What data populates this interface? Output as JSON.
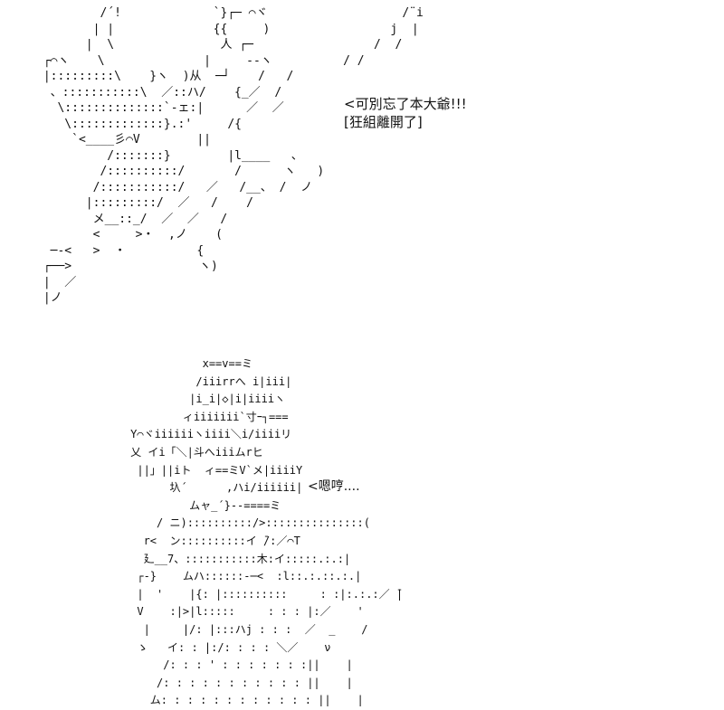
{
  "top_panel": {
    "dialogue_line_1": "<可別忘了本大爺!!!",
    "dialogue_line_2": "[狂組離開了]",
    "ascii_art": "         /´!             `}┌─ ⌒ヾ                   /¨i\n        | |              {{     )                 j  |\n       |  \\               人 ┌─                 /  /\n ┌⌒ヽ    \\              |     ‐‐ヽ          / /\n |:::::::::\\    }ヽ  )从  ─┘    /   /\n  、:::::::::::\\  ／::ハ/    {_／  /\n   \\::::::::::::::`-ェ:|      ／  ／\n    \\:::::::::::::}.:'     /{\n     `<____彡⌒V        ||\n          /:::::::}        |l____   、\n         /::::::::::/       /      ヽ   )\n        /:::::::::::/   ／   /__、 /  ノ\n       |:::::::::/  ／   /    /\n        メ__::_/  ／  ／   /\n        <     >・  ,ノ    (\n  ─-<   >  ・          {\n ┌──>                  ヽ)\n |  ／\n |ノ"
  },
  "bottom_panel": {
    "dialogue": "<嗯哼....",
    "ascii_art": "                x==v==ミ\n               /iiirrへ i|iii|\n              |i_i|◇|i|iiiiヽ\n             ィiiiiiii`寸ｰ┐===\n     Y⌒ヾiiiiiiヽiiii＼i/iiiiリ\n     乂 イi「＼|斗へiiiムrヒ\n      ||」||iト  ィ==ミV`メ|iiiiY\n           圦´      ,ハi/iiiiii|\n              ムャ_´}--====ミ\n         / ニ)::::::::::/>:::::::::::::::(\n       r<  ン::::::::::イ ̄/:／⌒T\n       廴__7、:::::::::::木:イ:::::.:.:|\n      ┌-}    ムハ::::::-─<  :l::.:.::.:.|\n      |  '    |{: |::::::::::     : :|:.:.:／ ̄|\n      V    :|>|l:::::     : : : |:／    '\n       |     |/: |:::ハj : : :  ／  _    /\n      ゝ   イ: : |:/: : : : ＼／    ν\n          /: : : ' : : : : : : :||    |\n         /: : : : : : : : : : : ||    |\n        ム: : : : : : : : : : : : ||    |"
  }
}
